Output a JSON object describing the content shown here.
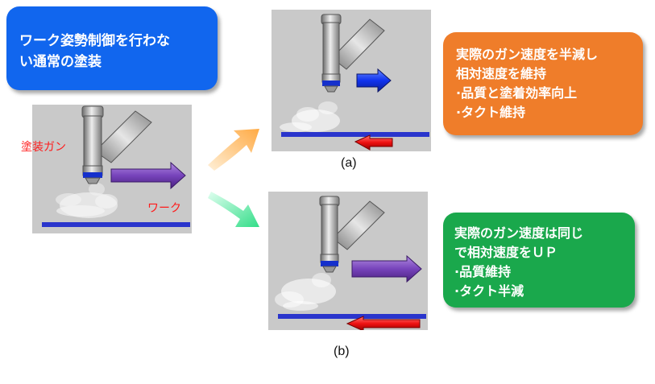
{
  "title_box": {
    "lines": [
      "ワーク姿勢制御を行わな",
      "い通常の塗装"
    ],
    "color": "#1166ee"
  },
  "labels": {
    "gun": "塗装ガン",
    "work": "ワーク"
  },
  "panel_a": {
    "caption": "(a)",
    "description_lines": [
      "実際のガン速度を半減し",
      "相対速度を維持",
      "·品質と塗着効率向上",
      "·タクト維持"
    ],
    "color": "#ef7d2a"
  },
  "panel_b": {
    "caption": "(b)",
    "description_lines": [
      "実際のガン速度は同じ",
      "で相対速度をＵＰ",
      "·品質維持",
      "·タクト半減"
    ],
    "color": "#1aa84c"
  },
  "arrow_colors": {
    "gun_motion_main": "#7744bb",
    "gun_motion_a": "#1133ee",
    "gun_motion_b": "#7744bb",
    "work_motion": "#ee1111",
    "flow_to_a": "#ffaa44",
    "flow_to_b": "#33dd88"
  },
  "icons": [
    "spray-gun-icon",
    "paint-mist-icon",
    "workpiece-bar-icon"
  ]
}
